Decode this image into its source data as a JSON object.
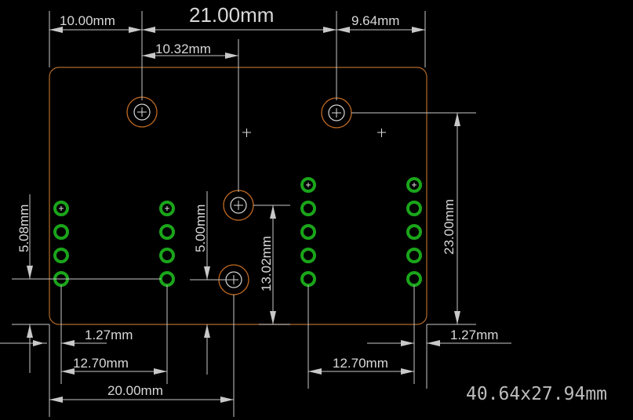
{
  "board_size": "40.64x27.94mm",
  "dimensions": {
    "top_left_10": "10.00mm",
    "top_21": "21.00mm",
    "top_right_964": "9.64mm",
    "top_1032": "10.32mm",
    "left_508": "5.08mm",
    "mid_500": "5.00mm",
    "mid_1302": "13.02mm",
    "right_2300": "23.00mm",
    "bottom_127_left": "1.27mm",
    "bottom_1270_left": "12.70mm",
    "bottom_2000": "20.00mm",
    "bottom_1270_right": "12.70mm",
    "bottom_127_right": "1.27mm"
  },
  "colors": {
    "board_outline": "#b06a2c",
    "pad": "#1aa51a",
    "dimension_line": "#c8c8c8",
    "background": "#000000"
  }
}
